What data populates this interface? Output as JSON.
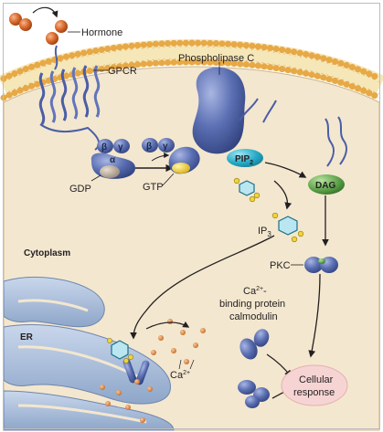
{
  "labels": {
    "hormone": "Hormone",
    "gpcr": "GPCR",
    "phospholipase_c": "Phospholipase C",
    "beta": "β",
    "gamma": "γ",
    "alpha": "α",
    "gdp": "GDP",
    "gtp": "GTP",
    "pip2": "PIP",
    "pip2_sub": "2",
    "dag": "DAG",
    "ip3": "IP",
    "ip3_sub": "3",
    "cytoplasm": "Cytoplasm",
    "pkc": "PKC",
    "ca_binding_line1": "Ca",
    "ca_binding_sup": "2+",
    "ca_binding_dash": "-",
    "ca_binding_line2": "binding protein",
    "ca_binding_line3": "calmodulin",
    "er": "ER",
    "ca_ion": "Ca",
    "ca_ion_sup": "2+",
    "cellular_line1": "Cellular",
    "cellular_line2": "response"
  },
  "colors": {
    "cytoplasm": "#f3e7cf",
    "membrane_head": "#e7a846",
    "membrane_tail": "#f6e7b9",
    "protein_blue": "#5b6fb3",
    "protein_dark": "#2e3f7a",
    "hormone_orange": "#d9692c",
    "dag_green": "#5ea24a",
    "ca_ion": "#e08a3a",
    "er_blue": "#9bb0cf",
    "gtp_yellow": "#f2d437"
  }
}
